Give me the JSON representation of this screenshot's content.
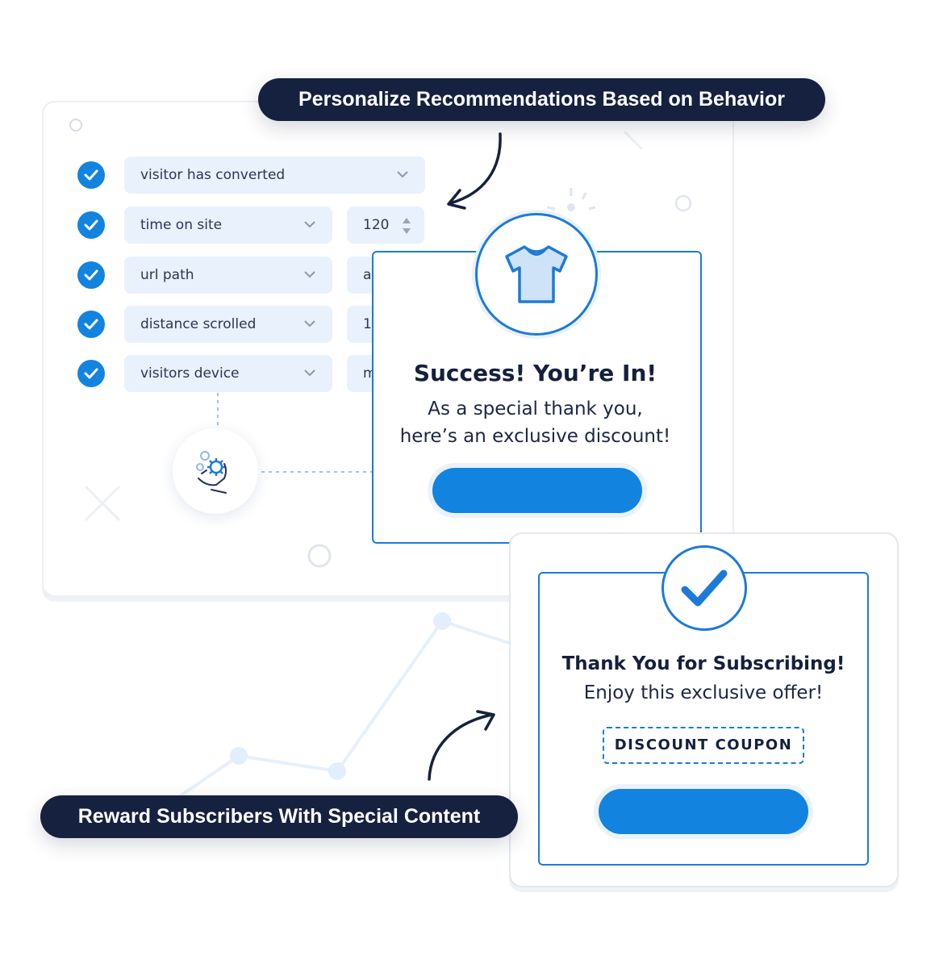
{
  "headline_top": "Personalize Recommendations Based on Behavior",
  "headline_bottom": "Reward Subscribers With Special Content",
  "rules": [
    {
      "condition": "visitor has converted",
      "value": "",
      "checked": true
    },
    {
      "condition": "time on site",
      "value": "120",
      "checked": true
    },
    {
      "condition": "url path",
      "value": "ar",
      "checked": true
    },
    {
      "condition": "distance scrolled",
      "value": "15",
      "checked": true
    },
    {
      "condition": "visitors device",
      "value": "m",
      "checked": true
    }
  ],
  "success_popup": {
    "title": "Success! You’re In!",
    "line1": "As a special thank you,",
    "line2": "here’s an exclusive discount!",
    "icon": "tshirt-icon"
  },
  "subscribe_popup": {
    "title": "Thank You for Subscribing!",
    "subtitle": "Enjoy this exclusive offer!",
    "coupon": "DISCOUNT COUPON",
    "icon": "checkmark-icon"
  },
  "colors": {
    "accent": "#1383e0",
    "navy": "#16213f",
    "field_bg": "#e8f1fc",
    "border_blue": "#1d7ad8"
  }
}
